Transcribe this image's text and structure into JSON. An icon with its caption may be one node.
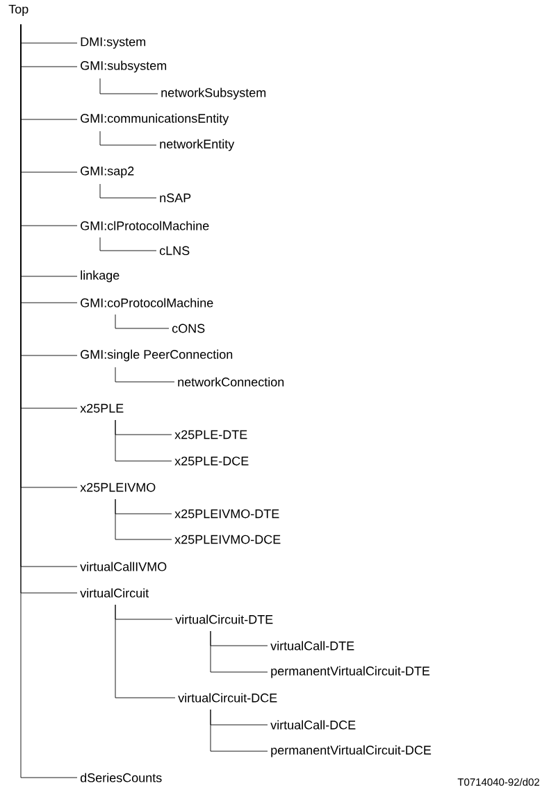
{
  "diagram": {
    "nodes": [
      {
        "text": [
          "Top"
        ]
      },
      {
        "text": [
          "DMI:system"
        ]
      },
      {
        "text": [
          "GMI:subsystem"
        ]
      },
      {
        "text": [
          "networkSubsystem"
        ]
      },
      {
        "text": [
          "GMI:communicationsEntity"
        ]
      },
      {
        "text": [
          "networkEntity"
        ]
      },
      {
        "text": [
          "GMI:sap2"
        ]
      },
      {
        "text": [
          "nSAP"
        ]
      },
      {
        "text": [
          "GMI:clProtocolMachine"
        ]
      },
      {
        "text": [
          "cLNS"
        ]
      },
      {
        "text": [
          "linkage"
        ]
      },
      {
        "text": [
          "GMI:coProtocolMachine"
        ]
      },
      {
        "text": [
          "cONS"
        ]
      },
      {
        "text": [
          "GMI:single PeerConnection"
        ]
      },
      {
        "text": [
          "networkConnection"
        ]
      },
      {
        "text": [
          "x25PLE"
        ]
      },
      {
        "text": [
          "x25PLE-DTE"
        ]
      },
      {
        "text": [
          "x25PLE-DCE"
        ]
      },
      {
        "text": [
          "x25PLEIVMO"
        ]
      },
      {
        "text": [
          "x25PLEIVMO-DTE"
        ]
      },
      {
        "text": [
          "x25PLEIVMO-DCE"
        ]
      },
      {
        "text": [
          "virtualCallIVMO"
        ]
      },
      {
        "text": [
          "virtualCircuit"
        ]
      },
      {
        "text": [
          "virtualCircuit-DTE"
        ]
      },
      {
        "text": [
          "virtualCall-DTE"
        ]
      },
      {
        "text": [
          "permanentVirtualCircuit-DTE"
        ]
      },
      {
        "text": [
          "virtualCircuit-DCE"
        ]
      },
      {
        "text": [
          "virtualCall-DCE"
        ]
      },
      {
        "text": [
          "permanentVirtualCircuit-DCE"
        ]
      },
      {
        "text": [
          "dSeriesCounts"
        ]
      }
    ],
    "edges": [
      {
        "from": 0,
        "to": 1,
        "arrow": "none"
      },
      {
        "from": 0,
        "to": 2,
        "arrow": "none"
      },
      {
        "from": 2,
        "to": 3,
        "arrow": "none"
      },
      {
        "from": 0,
        "to": 4,
        "arrow": "none"
      },
      {
        "from": 4,
        "to": 5,
        "arrow": "none"
      },
      {
        "from": 0,
        "to": 6,
        "arrow": "none"
      },
      {
        "from": 6,
        "to": 7,
        "arrow": "none"
      },
      {
        "from": 0,
        "to": 8,
        "arrow": "none"
      },
      {
        "from": 8,
        "to": 9,
        "arrow": "none"
      },
      {
        "from": 0,
        "to": 10,
        "arrow": "none"
      },
      {
        "from": 0,
        "to": 11,
        "arrow": "none"
      },
      {
        "from": 11,
        "to": 12,
        "arrow": "none"
      },
      {
        "from": 0,
        "to": 13,
        "arrow": "none"
      },
      {
        "from": 13,
        "to": 14,
        "arrow": "none"
      },
      {
        "from": 0,
        "to": 15,
        "arrow": "none"
      },
      {
        "from": 15,
        "to": 16,
        "arrow": "none"
      },
      {
        "from": 15,
        "to": 17,
        "arrow": "none"
      },
      {
        "from": 0,
        "to": 18,
        "arrow": "none"
      },
      {
        "from": 18,
        "to": 19,
        "arrow": "none"
      },
      {
        "from": 18,
        "to": 20,
        "arrow": "none"
      },
      {
        "from": 0,
        "to": 21,
        "arrow": "none"
      },
      {
        "from": 0,
        "to": 22,
        "arrow": "none"
      },
      {
        "from": 22,
        "to": 23,
        "arrow": "none"
      },
      {
        "from": 23,
        "to": 24,
        "arrow": "none"
      },
      {
        "from": 23,
        "to": 25,
        "arrow": "none"
      },
      {
        "from": 22,
        "to": 26,
        "arrow": "none"
      },
      {
        "from": 26,
        "to": 27,
        "arrow": "none"
      },
      {
        "from": 26,
        "to": 28,
        "arrow": "none"
      },
      {
        "from": 0,
        "to": 29,
        "arrow": "none"
      }
    ],
    "labels": [
      "T0714040-92/d02"
    ]
  }
}
